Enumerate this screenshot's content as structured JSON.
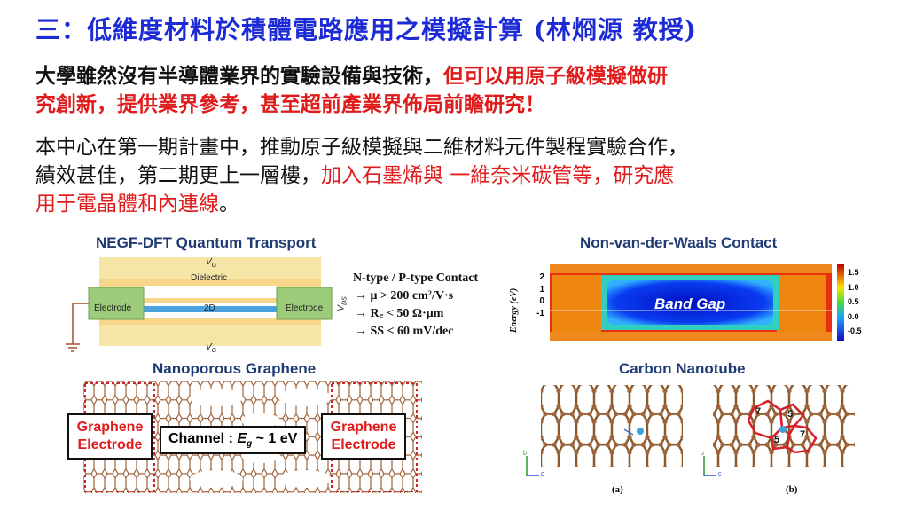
{
  "title": "三：低維度材料於積體電路應用之模擬計算 (林烱源 教授)",
  "paragraph1": {
    "black": "大學雖然沒有半導體業界的實驗設備與技術，",
    "red_line1": "但可以用原子級模擬做研",
    "red_line2": "究創新，提供業界參考，甚至超前產業界佈局前瞻研究！"
  },
  "paragraph2": {
    "line1": "本中心在第一期計畫中，推動原子級模擬與二維材料元件製程實驗合作，",
    "line2_black": "績效甚佳，第二期更上一層樓，",
    "line2_red": "加入石墨烯與 一維奈米碳管等，研究應",
    "line3_red": "用于電晶體和內連線",
    "line3_black": "。"
  },
  "negf": {
    "heading": "NEGF-DFT Quantum Transport",
    "vg_top": "V",
    "vg_sub": "G",
    "vg_bottom": "V",
    "dielectric": "Dielectric",
    "electrode_left": "Electrode",
    "channel_2d": "2D",
    "electrode_right": "Electrode",
    "vds": "V",
    "vds_sub": "DS"
  },
  "contact": {
    "title": "N-type / P-type Contact",
    "items": [
      "→  μ > 200 cm²/V·s",
      "→  R꜀ < 50 Ω·μm",
      "→  SS < 60 mV/dec"
    ]
  },
  "nvdw": {
    "heading": "Non-van-der-Waals Contact",
    "ylabel": "Energy (eV)",
    "yticks": [
      "2",
      "1",
      "0",
      "-1"
    ],
    "band_gap": "Band Gap",
    "colorbar_ticks": [
      "1.5",
      "1.0",
      "0.5",
      "0.0",
      "-0.5"
    ]
  },
  "nanoporous": {
    "heading": "Nanoporous Graphene",
    "left_label": [
      "Graphene",
      "Electrode"
    ],
    "channel_prefix": "Channel : ",
    "channel_eg": "E",
    "channel_g_sub": "g",
    "channel_value": " ~ 1 eV",
    "right_label": [
      "Graphene",
      "Electrode"
    ]
  },
  "cnt": {
    "heading": "Carbon Nanotube",
    "caption_a": "(a)",
    "caption_b": "(b)",
    "ring_labels": [
      "7",
      "5",
      "5",
      "7"
    ],
    "axis_labels": [
      "b",
      "c"
    ]
  },
  "colors": {
    "title_blue": "#1d2bd6",
    "emphasis_red": "#e01b1b",
    "heading_navy": "#1f3b73",
    "atom_brown": "#8b5a2b"
  }
}
